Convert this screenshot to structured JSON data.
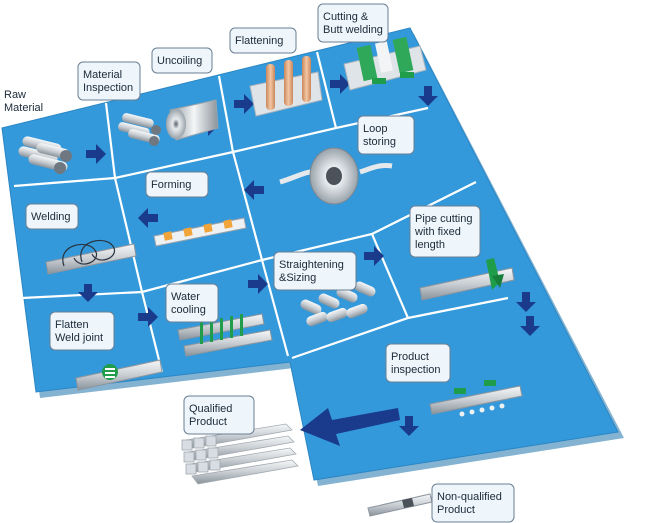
{
  "colors": {
    "board": "#3399db",
    "board_edge": "#1f74ad",
    "grid_line": "#ffffff",
    "arrow": "#1a3a8c",
    "label_fill": "#eef5fb",
    "label_stroke": "#6a7f94",
    "steel_light": "#e9edf0",
    "steel_dark": "#8c959d",
    "accent_orange": "#f0a43a",
    "accent_green": "#1f9d4a",
    "accent_copper": "#e0a27a"
  },
  "steps": [
    {
      "id": "raw-material",
      "lines": [
        "Raw",
        "Material"
      ],
      "icon": "steel-bars-icon"
    },
    {
      "id": "material-inspection",
      "lines": [
        "Material",
        "Inspection"
      ],
      "icon": "steel-bars-icon"
    },
    {
      "id": "uncoiling",
      "lines": [
        "Uncoiling"
      ],
      "icon": "coil-sheet-icon"
    },
    {
      "id": "flattening",
      "lines": [
        "Flattening"
      ],
      "icon": "rollers-icon"
    },
    {
      "id": "cutting-butt-welding",
      "lines": [
        "Cutting &",
        "Butt welding"
      ],
      "icon": "welding-machine-icon"
    },
    {
      "id": "loop-storing",
      "lines": [
        "Loop",
        "storing"
      ],
      "icon": "loop-coil-icon"
    },
    {
      "id": "forming",
      "lines": [
        "Forming"
      ],
      "icon": "forming-strip-icon"
    },
    {
      "id": "welding",
      "lines": [
        "Welding"
      ],
      "icon": "weld-pipe-icon"
    },
    {
      "id": "straightening-sizing",
      "lines": [
        "Straightening",
        "&Sizing"
      ],
      "icon": "sizing-rollers-icon"
    },
    {
      "id": "pipe-cutting",
      "lines": [
        "Pipe cutting",
        "with fixed",
        "length"
      ],
      "icon": "pipe-cutter-icon"
    },
    {
      "id": "water-cooling",
      "lines": [
        "Water",
        "cooling"
      ],
      "icon": "cooling-pipes-icon"
    },
    {
      "id": "flatten-weld-joint",
      "lines": [
        "Flatten",
        "Weld joint"
      ],
      "icon": "weld-joint-icon"
    },
    {
      "id": "product-inspection",
      "lines": [
        "Product",
        "inspection"
      ],
      "icon": "inspection-rig-icon"
    }
  ],
  "outputs": {
    "qualified": [
      "Qualified",
      "Product"
    ],
    "non_qualified": [
      "Non-qualified",
      "Product"
    ]
  }
}
